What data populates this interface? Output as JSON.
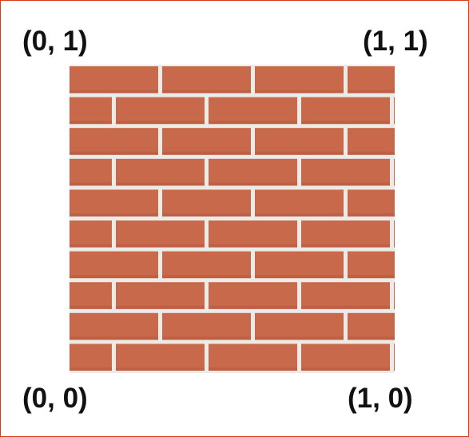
{
  "corner_labels": {
    "top_left": "(0, 1)",
    "top_right": "(1, 1)",
    "bottom_left": "(0, 0)",
    "bottom_right": "(1, 0)"
  },
  "texture": {
    "name": "brick-wall",
    "brick_color": "#c9694b",
    "brick_shadow": "#b45a3f",
    "mortar_color": "#ecebe7"
  },
  "frame": {
    "border_color": "#d8391f"
  }
}
